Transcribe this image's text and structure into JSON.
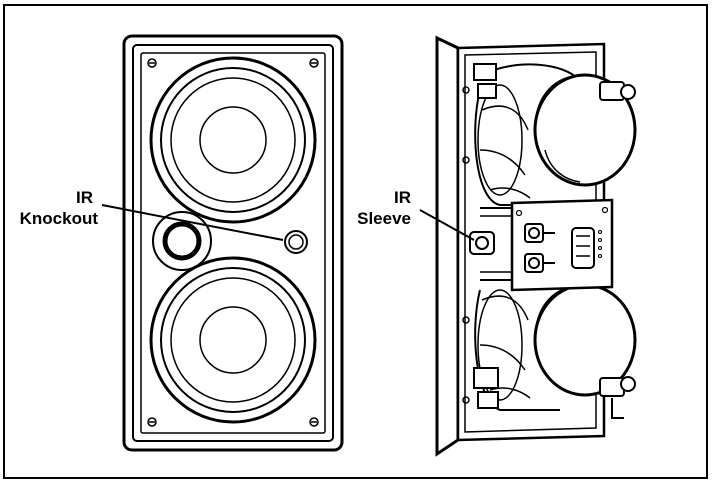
{
  "labels": {
    "ir_knockout_line1": "IR",
    "ir_knockout_line2": "Knockout",
    "ir_sleeve_line1": "IR",
    "ir_sleeve_line2": "Sleeve"
  },
  "colors": {
    "ink": "#000000",
    "paper": "#ffffff",
    "shade": "#e6e6e6"
  }
}
